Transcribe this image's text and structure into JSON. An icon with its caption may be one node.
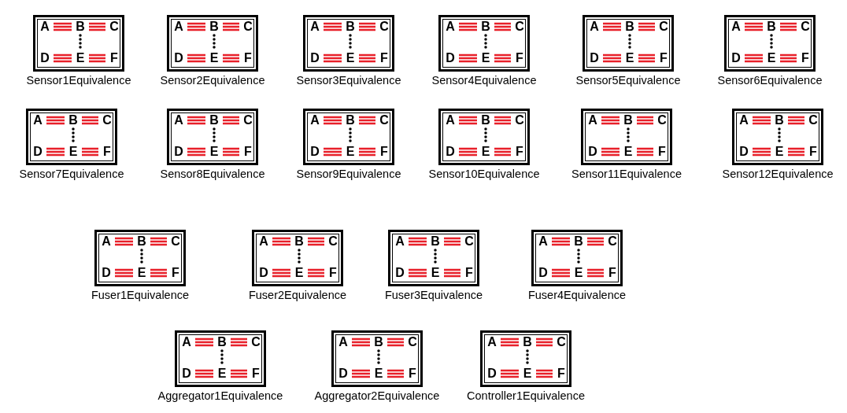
{
  "diagram": {
    "nodes": [
      {
        "text": [],
        "shape": "box",
        "beside": [
          "Sensor1Equivalence"
        ]
      },
      {
        "text": [
          "A"
        ],
        "in": 0
      },
      {
        "text": [
          "B"
        ],
        "in": 0
      },
      {
        "text": [
          "C"
        ],
        "in": 0
      },
      {
        "text": [
          "D"
        ],
        "in": 0
      },
      {
        "text": [
          "E"
        ],
        "in": 0
      },
      {
        "text": [
          "F"
        ],
        "in": 0
      },
      {
        "text": [],
        "shape": "box",
        "beside": [
          "Sensor2Equivalence"
        ]
      },
      {
        "text": [
          "A"
        ],
        "in": 7
      },
      {
        "text": [
          "B"
        ],
        "in": 7
      },
      {
        "text": [
          "C"
        ],
        "in": 7
      },
      {
        "text": [
          "D"
        ],
        "in": 7
      },
      {
        "text": [
          "E"
        ],
        "in": 7
      },
      {
        "text": [
          "F"
        ],
        "in": 7
      },
      {
        "text": [],
        "shape": "box",
        "beside": [
          "Sensor3Equivalence"
        ]
      },
      {
        "text": [
          "A"
        ],
        "in": 14
      },
      {
        "text": [
          "B"
        ],
        "in": 14
      },
      {
        "text": [
          "C"
        ],
        "in": 14
      },
      {
        "text": [
          "D"
        ],
        "in": 14
      },
      {
        "text": [
          "E"
        ],
        "in": 14
      },
      {
        "text": [
          "F"
        ],
        "in": 14
      },
      {
        "text": [],
        "shape": "box",
        "beside": [
          "Sensor4Equivalence"
        ]
      },
      {
        "text": [
          "A"
        ],
        "in": 21
      },
      {
        "text": [
          "B"
        ],
        "in": 21
      },
      {
        "text": [
          "C"
        ],
        "in": 21
      },
      {
        "text": [
          "D"
        ],
        "in": 21
      },
      {
        "text": [
          "E"
        ],
        "in": 21
      },
      {
        "text": [
          "F"
        ],
        "in": 21
      },
      {
        "text": [],
        "shape": "box",
        "beside": [
          "Sensor5Equivalence"
        ]
      },
      {
        "text": [
          "A"
        ],
        "in": 28
      },
      {
        "text": [
          "B"
        ],
        "in": 28
      },
      {
        "text": [
          "C"
        ],
        "in": 28
      },
      {
        "text": [
          "D"
        ],
        "in": 28
      },
      {
        "text": [
          "E"
        ],
        "in": 28
      },
      {
        "text": [
          "F"
        ],
        "in": 28
      },
      {
        "text": [],
        "shape": "box",
        "beside": [
          "Sensor6Equivalence"
        ]
      },
      {
        "text": [
          "A"
        ],
        "in": 35
      },
      {
        "text": [
          "B"
        ],
        "in": 35
      },
      {
        "text": [
          "C"
        ],
        "in": 35
      },
      {
        "text": [
          "D"
        ],
        "in": 35
      },
      {
        "text": [
          "E"
        ],
        "in": 35
      },
      {
        "text": [
          "F"
        ],
        "in": 35
      },
      {
        "text": [],
        "shape": "box",
        "beside": [
          "Sensor7Equivalence"
        ]
      },
      {
        "text": [
          "A"
        ],
        "in": 42
      },
      {
        "text": [
          "B"
        ],
        "in": 42
      },
      {
        "text": [
          "C"
        ],
        "in": 42
      },
      {
        "text": [
          "D"
        ],
        "in": 42
      },
      {
        "text": [
          "E"
        ],
        "in": 42
      },
      {
        "text": [
          "F"
        ],
        "in": 42
      },
      {
        "text": [],
        "shape": "box",
        "beside": [
          "Sensor8Equivalence"
        ]
      },
      {
        "text": [
          "A"
        ],
        "in": 49
      },
      {
        "text": [
          "B"
        ],
        "in": 49
      },
      {
        "text": [
          "C"
        ],
        "in": 49
      },
      {
        "text": [
          "D"
        ],
        "in": 49
      },
      {
        "text": [
          "E"
        ],
        "in": 49
      },
      {
        "text": [
          "F"
        ],
        "in": 49
      },
      {
        "text": [],
        "shape": "box",
        "beside": [
          "Sensor9Equivalence"
        ]
      },
      {
        "text": [
          "A"
        ],
        "in": 56
      },
      {
        "text": [
          "B"
        ],
        "in": 56
      },
      {
        "text": [
          "C"
        ],
        "in": 56
      },
      {
        "text": [
          "D"
        ],
        "in": 56
      },
      {
        "text": [
          "E"
        ],
        "in": 56
      },
      {
        "text": [
          "F"
        ],
        "in": 56
      },
      {
        "text": [],
        "shape": "box",
        "beside": [
          "Sensor10Equivalence"
        ]
      },
      {
        "text": [
          "A"
        ],
        "in": 63
      },
      {
        "text": [
          "B"
        ],
        "in": 63
      },
      {
        "text": [
          "C"
        ],
        "in": 63
      },
      {
        "text": [
          "D"
        ],
        "in": 63
      },
      {
        "text": [
          "E"
        ],
        "in": 63
      },
      {
        "text": [
          "F"
        ],
        "in": 63
      },
      {
        "text": [],
        "shape": "box",
        "beside": [
          "Sensor11Equivalence"
        ]
      },
      {
        "text": [
          "A"
        ],
        "in": 70
      },
      {
        "text": [
          "B"
        ],
        "in": 70
      },
      {
        "text": [
          "C"
        ],
        "in": 70
      },
      {
        "text": [
          "D"
        ],
        "in": 70
      },
      {
        "text": [
          "E"
        ],
        "in": 70
      },
      {
        "text": [
          "F"
        ],
        "in": 70
      },
      {
        "text": [],
        "shape": "box",
        "beside": [
          "Sensor12Equivalence"
        ]
      },
      {
        "text": [
          "A"
        ],
        "in": 77
      },
      {
        "text": [
          "B"
        ],
        "in": 77
      },
      {
        "text": [
          "C"
        ],
        "in": 77
      },
      {
        "text": [
          "D"
        ],
        "in": 77
      },
      {
        "text": [
          "E"
        ],
        "in": 77
      },
      {
        "text": [
          "F"
        ],
        "in": 77
      },
      {
        "text": [],
        "shape": "box",
        "beside": [
          "Fuser1Equivalence"
        ]
      },
      {
        "text": [
          "A"
        ],
        "in": 84
      },
      {
        "text": [
          "B"
        ],
        "in": 84
      },
      {
        "text": [
          "C"
        ],
        "in": 84
      },
      {
        "text": [
          "D"
        ],
        "in": 84
      },
      {
        "text": [
          "E"
        ],
        "in": 84
      },
      {
        "text": [
          "F"
        ],
        "in": 84
      },
      {
        "text": [],
        "shape": "box",
        "beside": [
          "Fuser2Equivalence"
        ]
      },
      {
        "text": [
          "A"
        ],
        "in": 91
      },
      {
        "text": [
          "B"
        ],
        "in": 91
      },
      {
        "text": [
          "C"
        ],
        "in": 91
      },
      {
        "text": [
          "D"
        ],
        "in": 91
      },
      {
        "text": [
          "E"
        ],
        "in": 91
      },
      {
        "text": [
          "F"
        ],
        "in": 91
      },
      {
        "text": [],
        "shape": "box",
        "beside": [
          "Fuser3Equivalence"
        ]
      },
      {
        "text": [
          "A"
        ],
        "in": 98
      },
      {
        "text": [
          "B"
        ],
        "in": 98
      },
      {
        "text": [
          "C"
        ],
        "in": 98
      },
      {
        "text": [
          "D"
        ],
        "in": 98
      },
      {
        "text": [
          "E"
        ],
        "in": 98
      },
      {
        "text": [
          "F"
        ],
        "in": 98
      },
      {
        "text": [],
        "shape": "box",
        "beside": [
          "Fuser4Equivalence"
        ]
      },
      {
        "text": [
          "A"
        ],
        "in": 105
      },
      {
        "text": [
          "B"
        ],
        "in": 105
      },
      {
        "text": [
          "C"
        ],
        "in": 105
      },
      {
        "text": [
          "D"
        ],
        "in": 105
      },
      {
        "text": [
          "E"
        ],
        "in": 105
      },
      {
        "text": [
          "F"
        ],
        "in": 105
      },
      {
        "text": [],
        "shape": "box",
        "beside": [
          "Aggregator1Equivalence"
        ]
      },
      {
        "text": [
          "A"
        ],
        "in": 112
      },
      {
        "text": [
          "B"
        ],
        "in": 112
      },
      {
        "text": [
          "C"
        ],
        "in": 112
      },
      {
        "text": [
          "D"
        ],
        "in": 112
      },
      {
        "text": [
          "E"
        ],
        "in": 112
      },
      {
        "text": [
          "F"
        ],
        "in": 112
      },
      {
        "text": [],
        "shape": "box",
        "beside": [
          "Aggregator2Equivalence"
        ]
      },
      {
        "text": [
          "A"
        ],
        "in": 119
      },
      {
        "text": [
          "B"
        ],
        "in": 119
      },
      {
        "text": [
          "C"
        ],
        "in": 119
      },
      {
        "text": [
          "D"
        ],
        "in": 119
      },
      {
        "text": [
          "E"
        ],
        "in": 119
      },
      {
        "text": [
          "F"
        ],
        "in": 119
      },
      {
        "text": [],
        "shape": "box",
        "beside": [
          "Controller1Equivalence"
        ]
      },
      {
        "text": [
          "A"
        ],
        "in": 126
      },
      {
        "text": [
          "B"
        ],
        "in": 126
      },
      {
        "text": [
          "C"
        ],
        "in": 126
      },
      {
        "text": [
          "D"
        ],
        "in": 126
      },
      {
        "text": [
          "E"
        ],
        "in": 126
      },
      {
        "text": [
          "F"
        ],
        "in": 126
      }
    ],
    "edges": [
      {
        "from": 1,
        "to": 2,
        "arrow": "none"
      },
      {
        "from": 2,
        "to": 3,
        "arrow": "none"
      },
      {
        "from": 4,
        "to": 5,
        "arrow": "none"
      },
      {
        "from": 5,
        "to": 6,
        "arrow": "none"
      },
      {
        "from": 2,
        "to": 5,
        "arrow": "none",
        "style": "dashed",
        "color": "#000000"
      },
      {
        "from": 8,
        "to": 9,
        "arrow": "none"
      },
      {
        "from": 9,
        "to": 10,
        "arrow": "none"
      },
      {
        "from": 11,
        "to": 12,
        "arrow": "none"
      },
      {
        "from": 12,
        "to": 13,
        "arrow": "none"
      },
      {
        "from": 9,
        "to": 12,
        "arrow": "none",
        "style": "dashed",
        "color": "#000000"
      },
      {
        "from": 15,
        "to": 16,
        "arrow": "none"
      },
      {
        "from": 16,
        "to": 17,
        "arrow": "none"
      },
      {
        "from": 18,
        "to": 19,
        "arrow": "none"
      },
      {
        "from": 19,
        "to": 20,
        "arrow": "none"
      },
      {
        "from": 16,
        "to": 19,
        "arrow": "none",
        "style": "dashed",
        "color": "#000000"
      },
      {
        "from": 22,
        "to": 23,
        "arrow": "none"
      },
      {
        "from": 23,
        "to": 24,
        "arrow": "none"
      },
      {
        "from": 25,
        "to": 26,
        "arrow": "none"
      },
      {
        "from": 26,
        "to": 27,
        "arrow": "none"
      },
      {
        "from": 23,
        "to": 26,
        "arrow": "none",
        "style": "dashed",
        "color": "#000000"
      },
      {
        "from": 29,
        "to": 30,
        "arrow": "none"
      },
      {
        "from": 30,
        "to": 31,
        "arrow": "none"
      },
      {
        "from": 32,
        "to": 33,
        "arrow": "none"
      },
      {
        "from": 33,
        "to": 34,
        "arrow": "none"
      },
      {
        "from": 30,
        "to": 33,
        "arrow": "none",
        "style": "dashed",
        "color": "#000000"
      },
      {
        "from": 36,
        "to": 37,
        "arrow": "none"
      },
      {
        "from": 37,
        "to": 38,
        "arrow": "none"
      },
      {
        "from": 39,
        "to": 40,
        "arrow": "none"
      },
      {
        "from": 40,
        "to": 41,
        "arrow": "none"
      },
      {
        "from": 37,
        "to": 40,
        "arrow": "none",
        "style": "dashed",
        "color": "#000000"
      },
      {
        "from": 43,
        "to": 44,
        "arrow": "none"
      },
      {
        "from": 44,
        "to": 45,
        "arrow": "none"
      },
      {
        "from": 46,
        "to": 47,
        "arrow": "none"
      },
      {
        "from": 47,
        "to": 48,
        "arrow": "none"
      },
      {
        "from": 44,
        "to": 47,
        "arrow": "none",
        "style": "dashed",
        "color": "#000000"
      },
      {
        "from": 50,
        "to": 51,
        "arrow": "none"
      },
      {
        "from": 51,
        "to": 52,
        "arrow": "none"
      },
      {
        "from": 53,
        "to": 54,
        "arrow": "none"
      },
      {
        "from": 54,
        "to": 55,
        "arrow": "none"
      },
      {
        "from": 51,
        "to": 54,
        "arrow": "none",
        "style": "dashed",
        "color": "#000000"
      },
      {
        "from": 57,
        "to": 58,
        "arrow": "none"
      },
      {
        "from": 58,
        "to": 59,
        "arrow": "none"
      },
      {
        "from": 60,
        "to": 61,
        "arrow": "none"
      },
      {
        "from": 61,
        "to": 62,
        "arrow": "none"
      },
      {
        "from": 58,
        "to": 61,
        "arrow": "none",
        "style": "dashed",
        "color": "#000000"
      },
      {
        "from": 64,
        "to": 65,
        "arrow": "none"
      },
      {
        "from": 65,
        "to": 66,
        "arrow": "none"
      },
      {
        "from": 67,
        "to": 68,
        "arrow": "none"
      },
      {
        "from": 68,
        "to": 69,
        "arrow": "none"
      },
      {
        "from": 65,
        "to": 68,
        "arrow": "none",
        "style": "dashed",
        "color": "#000000"
      },
      {
        "from": 71,
        "to": 72,
        "arrow": "none"
      },
      {
        "from": 72,
        "to": 73,
        "arrow": "none"
      },
      {
        "from": 74,
        "to": 75,
        "arrow": "none"
      },
      {
        "from": 75,
        "to": 76,
        "arrow": "none"
      },
      {
        "from": 72,
        "to": 75,
        "arrow": "none",
        "style": "dashed",
        "color": "#000000"
      },
      {
        "from": 78,
        "to": 79,
        "arrow": "none"
      },
      {
        "from": 79,
        "to": 80,
        "arrow": "none"
      },
      {
        "from": 81,
        "to": 82,
        "arrow": "none"
      },
      {
        "from": 82,
        "to": 83,
        "arrow": "none"
      },
      {
        "from": 79,
        "to": 82,
        "arrow": "none",
        "style": "dashed",
        "color": "#000000"
      },
      {
        "from": 85,
        "to": 86,
        "arrow": "none"
      },
      {
        "from": 86,
        "to": 87,
        "arrow": "none"
      },
      {
        "from": 88,
        "to": 89,
        "arrow": "none"
      },
      {
        "from": 89,
        "to": 90,
        "arrow": "none"
      },
      {
        "from": 86,
        "to": 89,
        "arrow": "none",
        "style": "dashed",
        "color": "#000000"
      },
      {
        "from": 92,
        "to": 93,
        "arrow": "none"
      },
      {
        "from": 93,
        "to": 94,
        "arrow": "none"
      },
      {
        "from": 95,
        "to": 96,
        "arrow": "none"
      },
      {
        "from": 96,
        "to": 97,
        "arrow": "none"
      },
      {
        "from": 93,
        "to": 96,
        "arrow": "none",
        "style": "dashed",
        "color": "#000000"
      },
      {
        "from": 99,
        "to": 100,
        "arrow": "none"
      },
      {
        "from": 100,
        "to": 101,
        "arrow": "none"
      },
      {
        "from": 102,
        "to": 103,
        "arrow": "none"
      },
      {
        "from": 103,
        "to": 104,
        "arrow": "none"
      },
      {
        "from": 100,
        "to": 103,
        "arrow": "none",
        "style": "dashed",
        "color": "#000000"
      },
      {
        "from": 106,
        "to": 107,
        "arrow": "none"
      },
      {
        "from": 107,
        "to": 108,
        "arrow": "none"
      },
      {
        "from": 109,
        "to": 110,
        "arrow": "none"
      },
      {
        "from": 110,
        "to": 111,
        "arrow": "none"
      },
      {
        "from": 107,
        "to": 110,
        "arrow": "none",
        "style": "dashed",
        "color": "#000000"
      },
      {
        "from": 113,
        "to": 114,
        "arrow": "none"
      },
      {
        "from": 114,
        "to": 115,
        "arrow": "none"
      },
      {
        "from": 116,
        "to": 117,
        "arrow": "none"
      },
      {
        "from": 117,
        "to": 118,
        "arrow": "none"
      },
      {
        "from": 114,
        "to": 117,
        "arrow": "none",
        "style": "dashed",
        "color": "#000000"
      },
      {
        "from": 120,
        "to": 121,
        "arrow": "none"
      },
      {
        "from": 121,
        "to": 122,
        "arrow": "none"
      },
      {
        "from": 123,
        "to": 124,
        "arrow": "none"
      },
      {
        "from": 124,
        "to": 125,
        "arrow": "none"
      },
      {
        "from": 121,
        "to": 124,
        "arrow": "none",
        "style": "dashed",
        "color": "#000000"
      },
      {
        "from": 127,
        "to": 128,
        "arrow": "none"
      },
      {
        "from": 128,
        "to": 129,
        "arrow": "none"
      },
      {
        "from": 130,
        "to": 131,
        "arrow": "none"
      },
      {
        "from": 131,
        "to": 132,
        "arrow": "none"
      },
      {
        "from": 128,
        "to": 131,
        "arrow": "none",
        "style": "dashed",
        "color": "#000000"
      }
    ]
  }
}
